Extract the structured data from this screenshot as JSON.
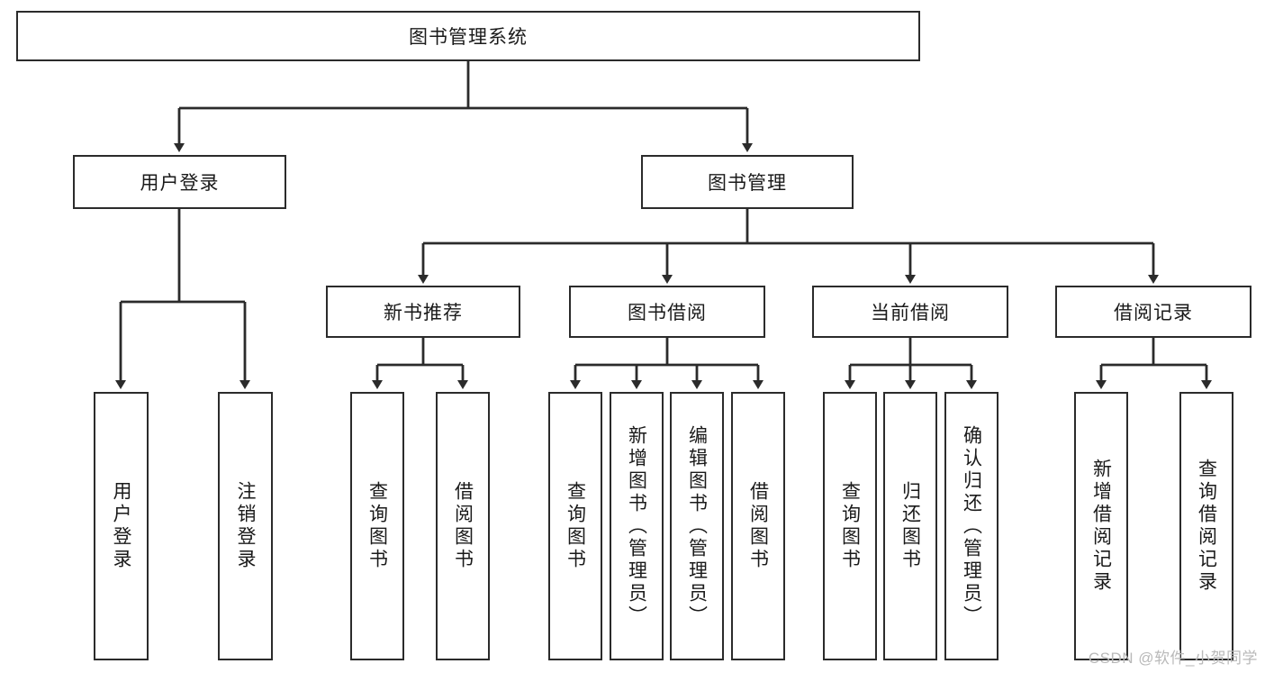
{
  "diagram": {
    "title": "图书管理系统",
    "type": "hierarchy-tree",
    "line_color": "#2b2b2b",
    "box_fill": "#ffffff",
    "text_color": "#1a1a1a"
  },
  "root": {
    "label": "图书管理系统"
  },
  "level2": [
    {
      "label": "用户登录"
    },
    {
      "label": "图书管理"
    }
  ],
  "level3": [
    {
      "label": "新书推荐"
    },
    {
      "label": "图书借阅"
    },
    {
      "label": "当前借阅"
    },
    {
      "label": "借阅记录"
    }
  ],
  "leaves": {
    "user_login": [
      {
        "label": "用户登录"
      },
      {
        "label": "注销登录"
      }
    ],
    "new_book_recommend": [
      {
        "label": "查询图书"
      },
      {
        "label": "借阅图书"
      }
    ],
    "book_borrow": [
      {
        "label": "查询图书"
      },
      {
        "label": "新增图书（管理员）"
      },
      {
        "label": "编辑图书（管理员）"
      },
      {
        "label": "借阅图书"
      }
    ],
    "current_borrow": [
      {
        "label": "查询图书"
      },
      {
        "label": "归还图书"
      },
      {
        "label": "确认归还（管理员）"
      }
    ],
    "borrow_records": [
      {
        "label": "新增借阅记录"
      },
      {
        "label": "查询借阅记录"
      }
    ]
  },
  "watermark": {
    "text": "CSDN @软件_小贺同学"
  }
}
